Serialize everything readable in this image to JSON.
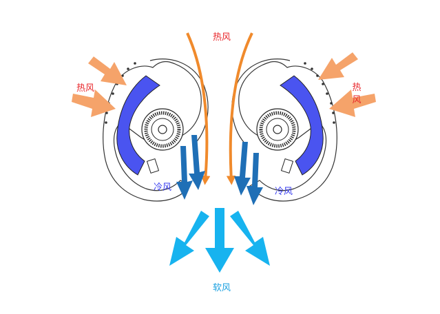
{
  "labels": {
    "hot_top": "热风",
    "hot_left": "热风",
    "hot_right_1": "热",
    "hot_right_2": "风",
    "cold_left": "冷风",
    "cold_right": "冷风",
    "soft": "软风"
  },
  "colors": {
    "hot_arrow": "#f08a2c",
    "hot_arrow_light": "#f5a36a",
    "cold_arrow": "#1f6fb6",
    "soft_arrow": "#17b3ef",
    "duct": "#4a54f0",
    "outline": "#333333",
    "hot_text": "#e8262a",
    "cold_text": "#3a3ff0",
    "soft_text": "#1aa0e0"
  }
}
